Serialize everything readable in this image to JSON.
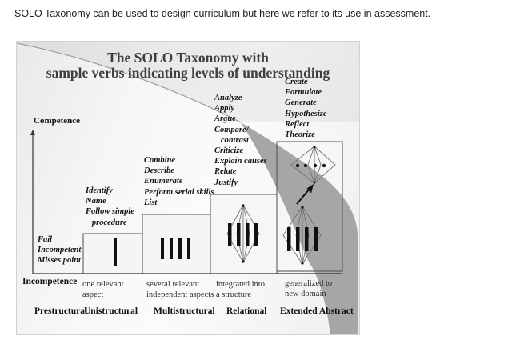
{
  "intro": "SOLO Taxonomy can be used to design curriculum but here we refer to its use in assessment.",
  "diagram": {
    "title_line1": "The SOLO Taxonomy with",
    "title_line2": "sample verbs indicating levels of understanding",
    "axis": {
      "top": "Competence",
      "bottom": "Incompetence"
    },
    "columns": [
      {
        "label": "Prestructural",
        "descriptor": "",
        "verbs": "Fail\nIncompetent\nMisses point"
      },
      {
        "label": "Unistructural",
        "descriptor": "one relevant\naspect",
        "verbs": "Identify\nName\nFollow simple\n   procedure"
      },
      {
        "label": "Multistructural",
        "descriptor": "several relevant\nindependent aspects",
        "verbs": "Combine\nDescribe\nEnumerate\nPerform serial skills\nList"
      },
      {
        "label": "Relational",
        "descriptor": "integrated into\na structure",
        "verbs": "Analyze\nApply\nArgue\nCompare/\n   contrast\nCriticize\nExplain causes\nRelate\nJustify"
      },
      {
        "label": "Extended Abstract",
        "descriptor": "generalized to\nnew domain",
        "verbs": "Create\nFormulate\nGenerate\nHypothesize\nReflect\nTheorize"
      }
    ],
    "colors": {
      "swoosh": "#a6a6a6",
      "bar": "#101010",
      "box_border": "#4d4d4d"
    }
  }
}
